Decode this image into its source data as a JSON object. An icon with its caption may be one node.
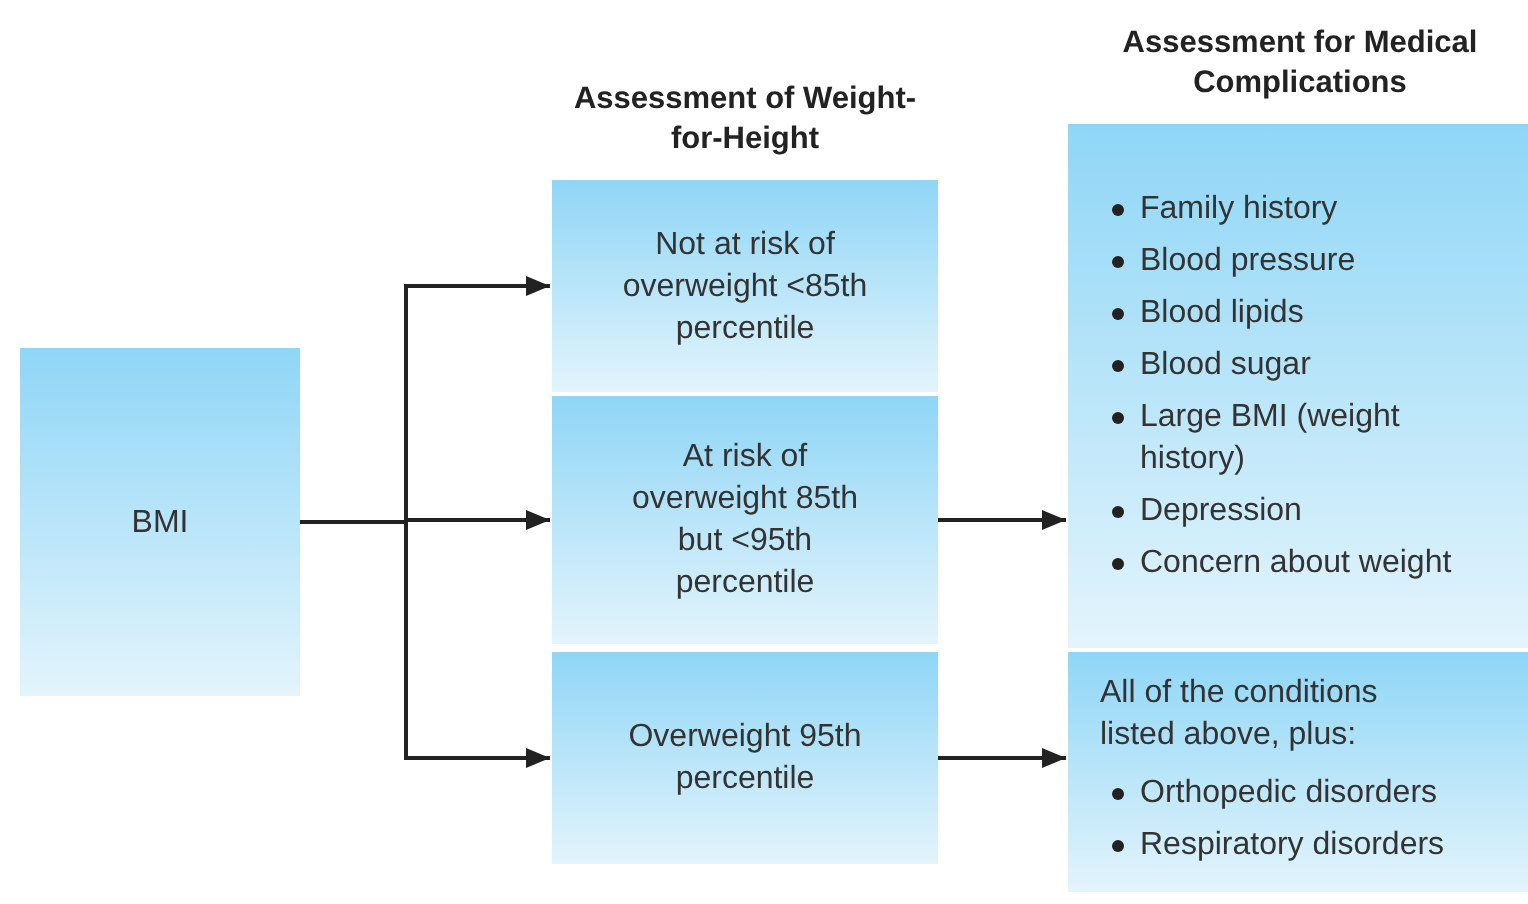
{
  "diagram": {
    "nodes": [
      {
        "text": [
          "BMI"
        ]
      },
      {
        "text": [
          "Not at risk of overweight <85th percentile"
        ]
      },
      {
        "text": [
          "At risk of overweight 85th but <95th percentile"
        ]
      },
      {
        "text": [
          "Overweight 95th percentile"
        ]
      },
      {
        "text": [
          "Family history",
          "Blood pressure",
          "Blood lipids",
          "Blood sugar",
          "Large BMI (weight history)",
          "Depression",
          "Concern about weight"
        ]
      },
      {
        "text": [
          "All of the conditions listed above, plus:",
          "Orthopedic disorders",
          "Respiratory disorders"
        ]
      }
    ],
    "edges": [
      {
        "from": 0,
        "to": 1,
        "arrow": "to"
      },
      {
        "from": 0,
        "to": 2,
        "arrow": "to"
      },
      {
        "from": 0,
        "to": 3,
        "arrow": "to"
      },
      {
        "from": 2,
        "to": 4,
        "arrow": "to"
      },
      {
        "from": 3,
        "to": 5,
        "arrow": "to"
      }
    ],
    "labels": [
      "Assessment for Medical Complications",
      "Assessment of Weight-for-Height"
    ]
  }
}
